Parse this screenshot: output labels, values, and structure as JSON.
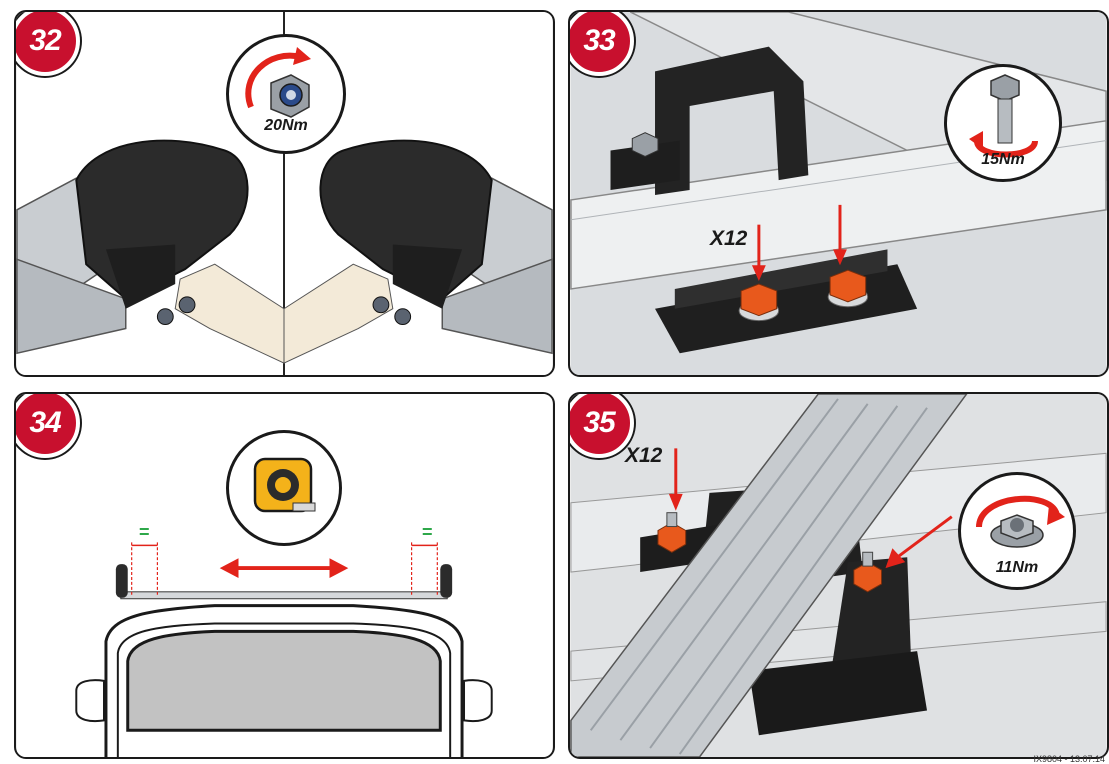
{
  "steps": [
    {
      "number": "32",
      "torque": "20Nm"
    },
    {
      "number": "33",
      "torque": "15Nm",
      "quantity": "X12"
    },
    {
      "number": "34",
      "equal_mark": "="
    },
    {
      "number": "35",
      "torque": "11Nm",
      "quantity": "X12"
    }
  ],
  "footer": {
    "code": "IX9804 - 13.07.14"
  },
  "colors": {
    "badge_red": "#c8102e",
    "nut_orange": "#e8591c",
    "arrow_red": "#e2231a",
    "equal_green": "#2ea84a"
  }
}
